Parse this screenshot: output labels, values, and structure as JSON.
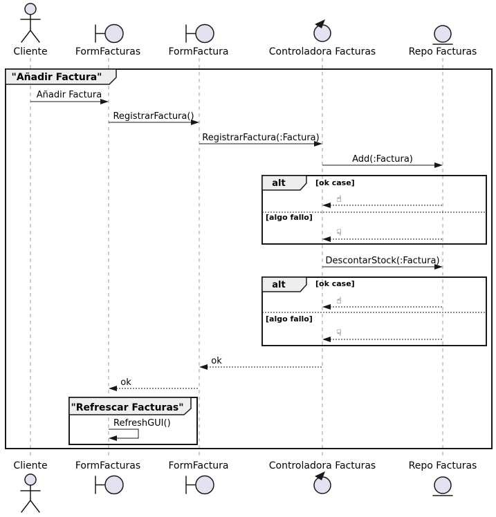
{
  "participants": [
    {
      "label": "Cliente",
      "type": "actor"
    },
    {
      "label": "FormFacturas",
      "type": "boundary"
    },
    {
      "label": "FormFactura",
      "type": "boundary"
    },
    {
      "label": "Controladora Facturas",
      "type": "control"
    },
    {
      "label": "Repo Facturas",
      "type": "entity"
    }
  ],
  "frames": {
    "main": {
      "title": "\"Añadir Factura\""
    },
    "alt1": {
      "operator": "alt",
      "guard_ok": "[ok case]",
      "guard_fail": "[algo fallo]",
      "ok_icon": "☝",
      "fail_icon": "☟"
    },
    "alt2": {
      "operator": "alt",
      "guard_ok": "[ok case]",
      "guard_fail": "[algo fallo]",
      "ok_icon": "☝",
      "fail_icon": "☟"
    },
    "ref": {
      "title": "\"Refrescar Facturas\""
    }
  },
  "messages": [
    {
      "label": "Añadir Factura",
      "from": "Cliente",
      "to": "FormFacturas",
      "line": "solid"
    },
    {
      "label": "RegistrarFactura()",
      "from": "FormFacturas",
      "to": "FormFactura",
      "line": "solid"
    },
    {
      "label": "RegistrarFactura(:Factura)",
      "from": "FormFactura",
      "to": "Controladora Facturas",
      "line": "solid"
    },
    {
      "label": "Add(:Factura)",
      "from": "Controladora Facturas",
      "to": "Repo Facturas",
      "line": "solid"
    },
    {
      "label": "DescontarStock(:Factura)",
      "from": "Controladora Facturas",
      "to": "Repo Facturas",
      "line": "solid"
    },
    {
      "label": "ok",
      "from": "Controladora Facturas",
      "to": "FormFactura",
      "line": "dashed"
    },
    {
      "label": "ok",
      "from": "FormFactura",
      "to": "FormFacturas",
      "line": "dashed"
    },
    {
      "label": "RefreshGUI()",
      "from": "FormFacturas",
      "to": "FormFacturas",
      "line": "solid",
      "self": true
    }
  ],
  "colors": {
    "background": "#FFFFFF",
    "participant_fill": "#E2E2F0",
    "participant_stroke": "#181818",
    "frame_tab_fill": "#EEEEEE",
    "line": "#181818",
    "lifeline": "#999999"
  }
}
